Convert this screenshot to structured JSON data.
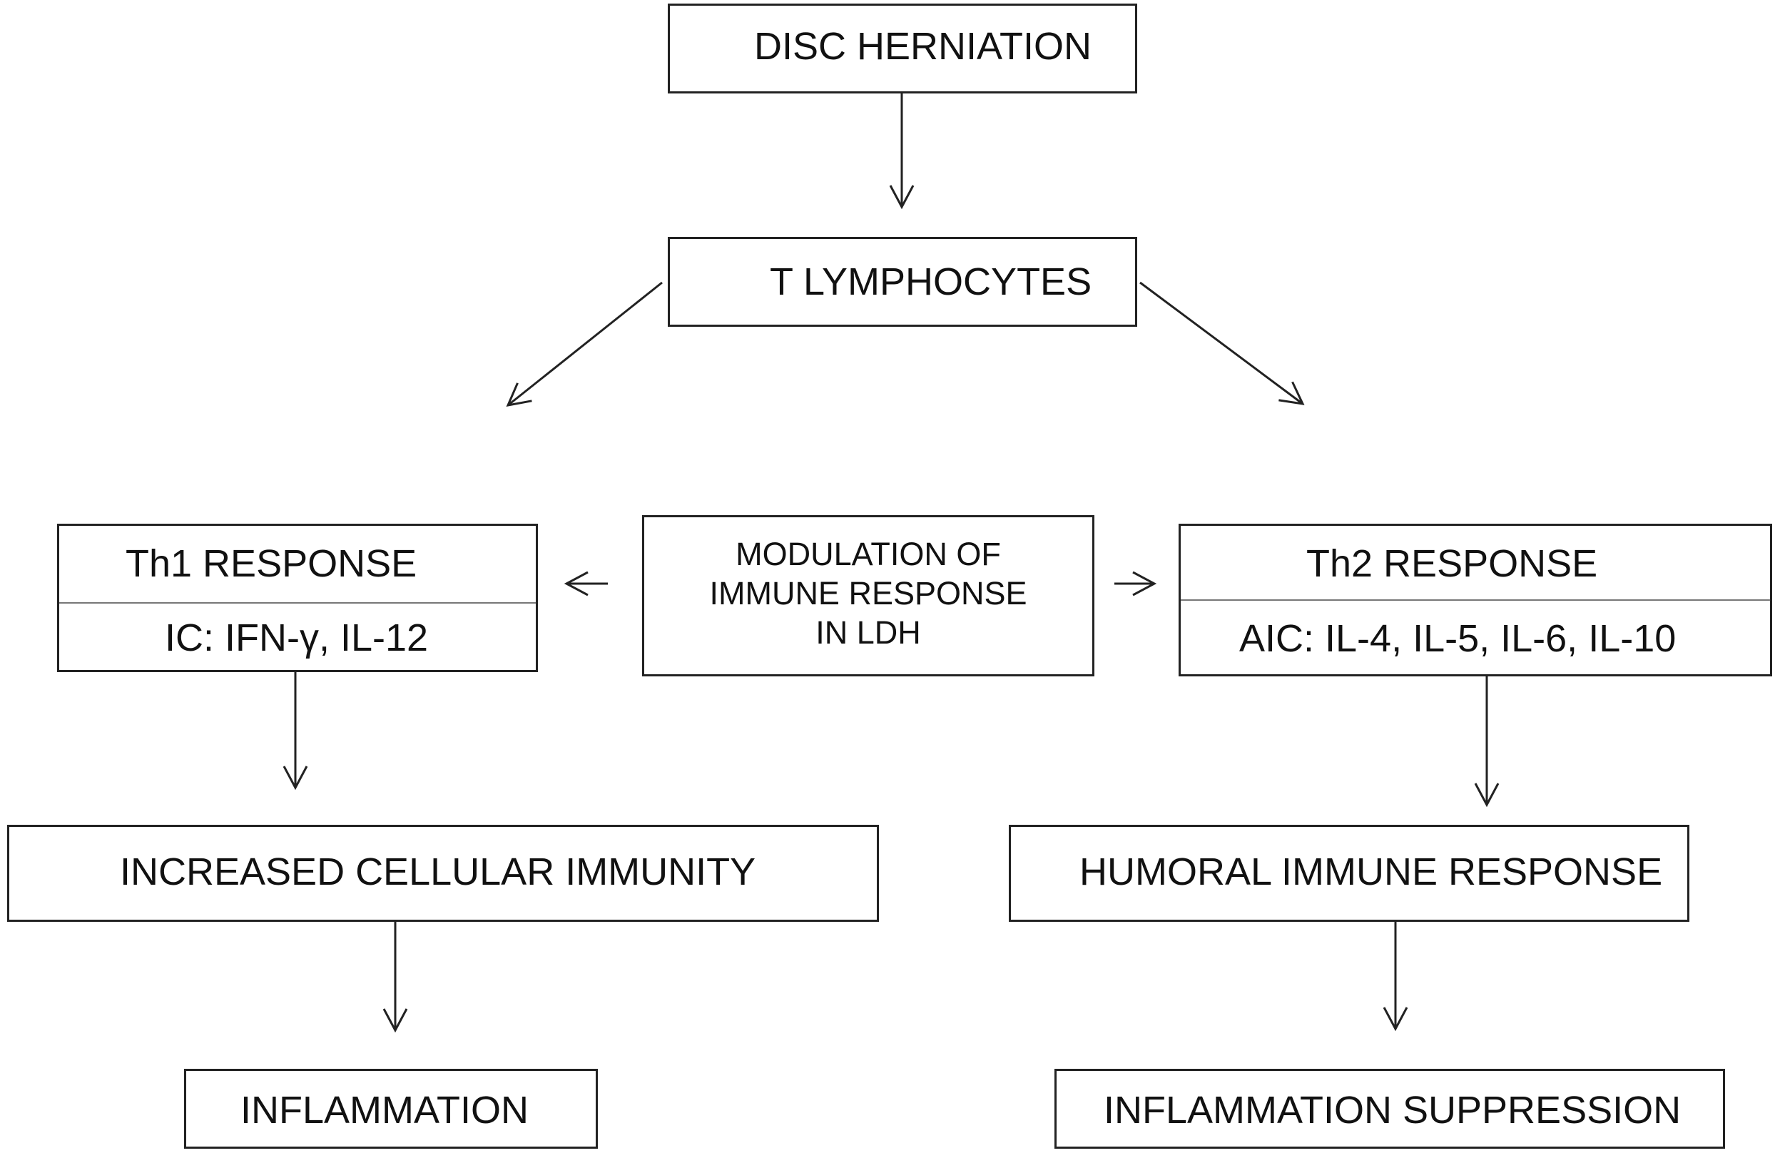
{
  "nodes": {
    "disc_herniation": "DISC HERNIATION",
    "t_lymphocytes": "T LYMPHOCYTES",
    "th1": {
      "title": "Th1 RESPONSE",
      "cytokines": "IC: IFN-γ, IL-12"
    },
    "modulation": {
      "line1": "MODULATION OF",
      "line2": "IMMUNE RESPONSE",
      "line3": "IN LDH"
    },
    "th2": {
      "title": "Th2 RESPONSE",
      "cytokines": "AIC: IL-4, IL-5, IL-6, IL-10"
    },
    "cellular": "INCREASED CELLULAR IMMUNITY",
    "humoral": "HUMORAL IMMUNE RESPONSE",
    "inflammation": "INFLAMMATION",
    "suppression": "INFLAMMATION SUPPRESSION"
  },
  "colors": {
    "line": "#222222",
    "divider": "#777777",
    "text": "#111111"
  }
}
